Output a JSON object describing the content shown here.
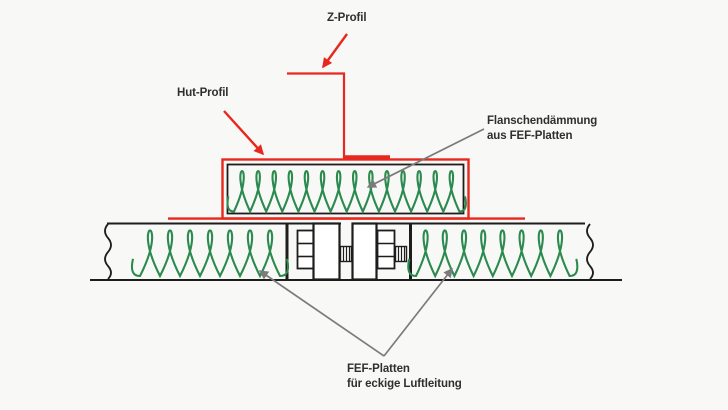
{
  "diagram": {
    "labels": {
      "z_profil": "Z-Profil",
      "hut_profil": "Hut-Profil",
      "flansch_line1": "Flanschendämmung",
      "flansch_line2": "aus FEF-Platten",
      "fef_line1": "FEF-Platten",
      "fef_line2": "für eckige Luftleitung"
    },
    "colors": {
      "background": "#f8f8f6",
      "line_black": "#1d1d1b",
      "profile_red": "#e8281e",
      "insulation_green": "#2b8a4f",
      "arrow_gray": "#7b7b7b",
      "text": "#2f2f2f"
    }
  }
}
